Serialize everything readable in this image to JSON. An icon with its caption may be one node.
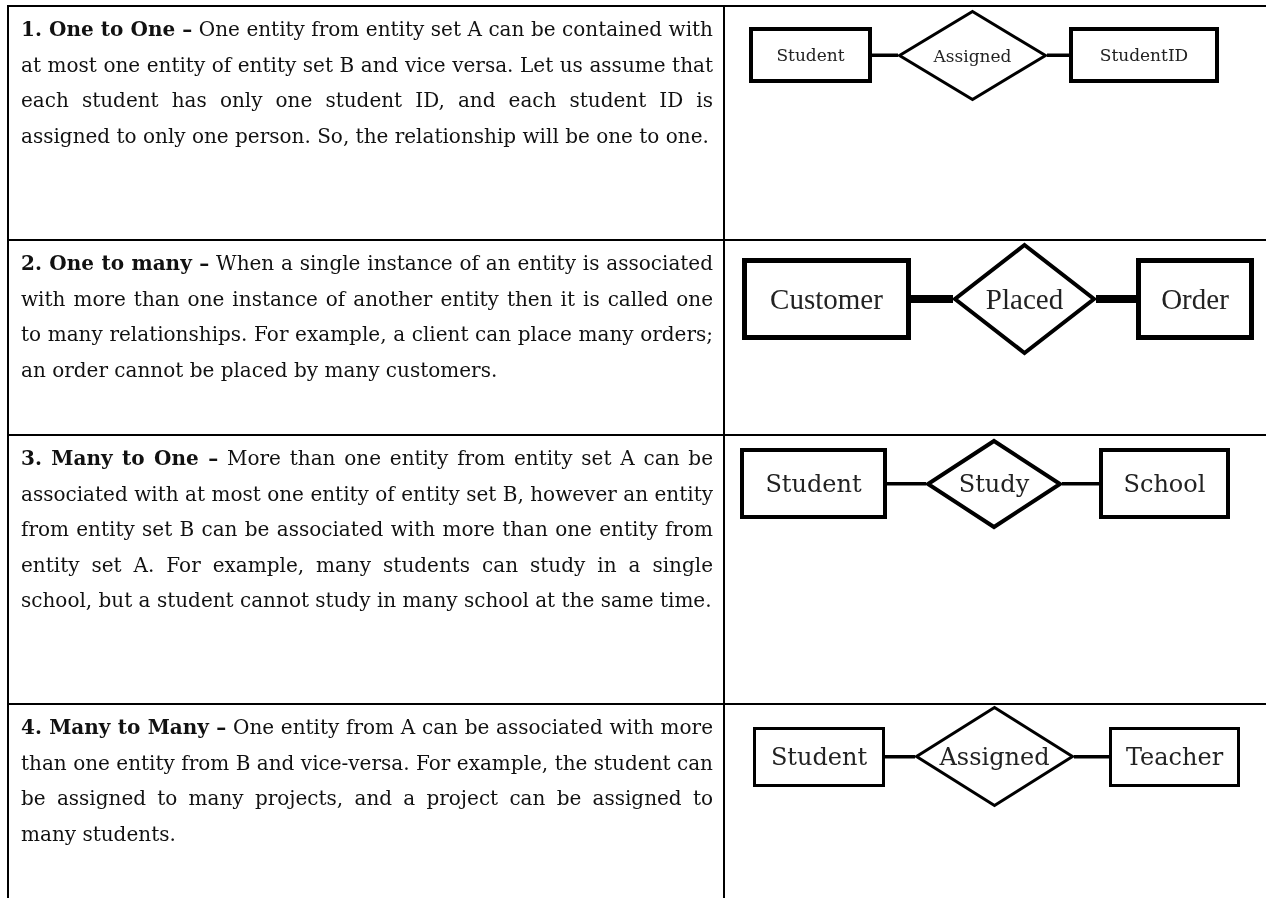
{
  "diagram": {
    "nodes": [
      {
        "text": [
          "Student"
        ]
      },
      {
        "text": [
          "Assigned"
        ]
      },
      {
        "text": [
          "StudentID"
        ]
      },
      {
        "text": [
          "Customer"
        ]
      },
      {
        "text": [
          "Placed"
        ]
      },
      {
        "text": [
          "Order"
        ]
      },
      {
        "text": [
          "Student"
        ]
      },
      {
        "text": [
          "Study"
        ]
      },
      {
        "text": [
          "School"
        ]
      },
      {
        "text": [
          "Student"
        ]
      },
      {
        "text": [
          "Assigned"
        ]
      },
      {
        "text": [
          "Teacher"
        ]
      }
    ],
    "edges": [
      {
        "from": 0,
        "to": 1,
        "arrow": "none"
      },
      {
        "from": 1,
        "to": 2,
        "arrow": "none"
      },
      {
        "from": 3,
        "to": 4,
        "arrow": "none",
        "style": "thick"
      },
      {
        "from": 4,
        "to": 5,
        "arrow": "none",
        "style": "thick"
      },
      {
        "from": 6,
        "to": 7,
        "arrow": "none"
      },
      {
        "from": 7,
        "to": 8,
        "arrow": "none"
      },
      {
        "from": 9,
        "to": 10,
        "arrow": "none"
      },
      {
        "from": 10,
        "to": 11,
        "arrow": "none"
      }
    ],
    "labels": [
      "**1. One to One –** One entity from entity set A can be contained with at most one entity of entity set B and vice versa. Let us assume that each student has only one student ID, and each student ID is assigned to only one person. So, the relationship will be one to one.",
      "**2. One to many –** When a single instance of an entity is associated with more than one instance of another entity then it is called one to many relationships. For example, a client can place many orders; an order cannot be placed by many customers.",
      "**3. Many to One –** More than one entity from entity set A can be associated with at most one entity of entity set B, however an entity from entity set B can be associated with more than one entity from entity set A. For example, many students can study in a single school, but a student cannot study in many school at the same time.",
      "**4. Many to Many –** One entity from A can be associated with more than one entity from B and vice-versa. For example, the student can be assigned to many projects, and a project can be assigned to many students."
    ]
  }
}
